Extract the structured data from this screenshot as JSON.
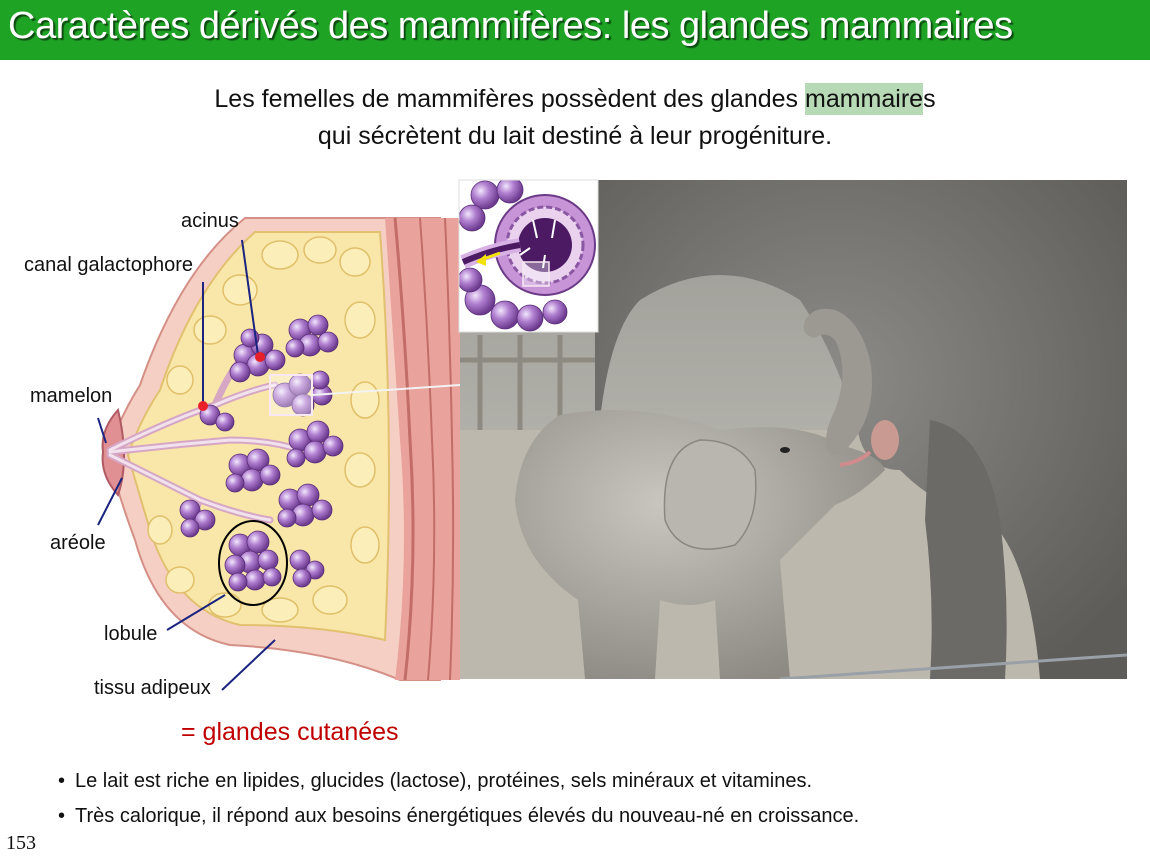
{
  "header": {
    "title": "Caractères dérivés des mammifères: les glandes mammaires"
  },
  "intro": {
    "line1_before": "Les femelles de mammifères possèdent des glandes ",
    "line1_highlight": "mammaire",
    "line1_after": "s",
    "line2": "qui sécrètent du lait destiné à leur progéniture."
  },
  "diagram": {
    "labels": {
      "acinus": "acinus",
      "canal": "canal galactophore",
      "mamelon": "mamelon",
      "areole": "aréole",
      "lobule": "lobule",
      "tissu": "tissu adipeux"
    }
  },
  "cutanees": "= glandes cutanées",
  "bullets": [
    "Le lait est riche en lipides, glucides (lactose), protéines, sels minéraux et vitamines.",
    "Très calorique, il répond aux besoins énergétiques élevés du nouveau-né en croissance."
  ],
  "bullet_glyph": "•",
  "page_number": "153",
  "colors": {
    "header_bg": "#1ea325",
    "highlight": "#b7d9b5",
    "cutanees": "#c00000",
    "pointer_dot": "#e8202a",
    "lobule_purple": "#9a5fb8"
  }
}
